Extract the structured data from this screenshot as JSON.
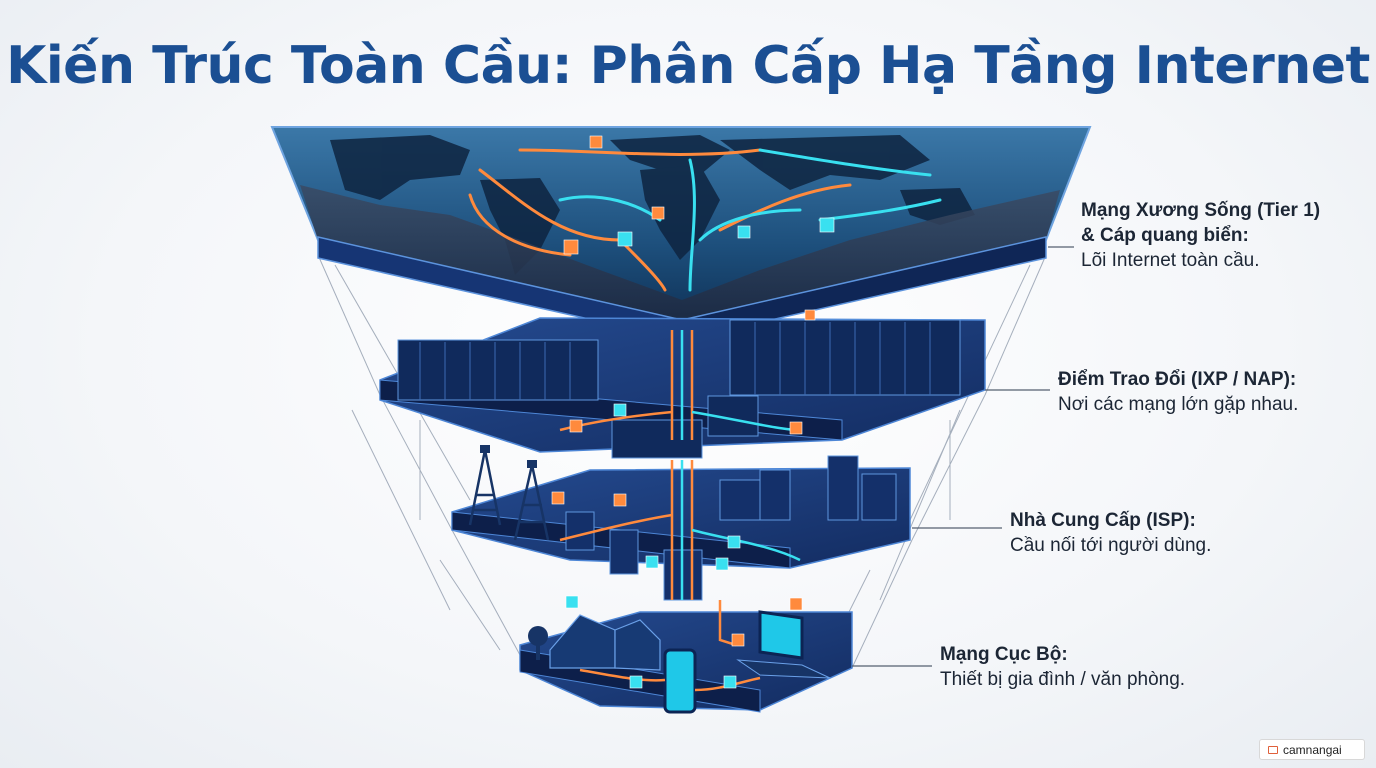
{
  "title": "Kiến Trúc Toàn Cầu: Phân Cấp Hạ Tầng Internet",
  "layers": [
    {
      "heading_line1": "Mạng Xương Sống (Tier 1)",
      "heading_line2": "& Cáp quang biển:",
      "description": "Lõi Internet toàn cầu."
    },
    {
      "heading": "Điểm Trao Đổi (IXP / NAP):",
      "description": "Nơi các mạng lớn gặp nhau."
    },
    {
      "heading": "Nhà Cung Cấp (ISP):",
      "description": "Cầu nối tới người dùng."
    },
    {
      "heading": "Mạng Cục Bộ:",
      "description": "Thiết bị gia đình / văn phòng."
    }
  ],
  "watermark": {
    "text": "camnangai"
  },
  "colors": {
    "title": "#1b4f93",
    "layer_top": "#1a3a78",
    "layer_side": "#0d1f4a",
    "layer_edge": "#4d86d6",
    "cyan": "#39e0f0",
    "orange": "#ff8a3d",
    "ocean": "#1c5a8a"
  }
}
